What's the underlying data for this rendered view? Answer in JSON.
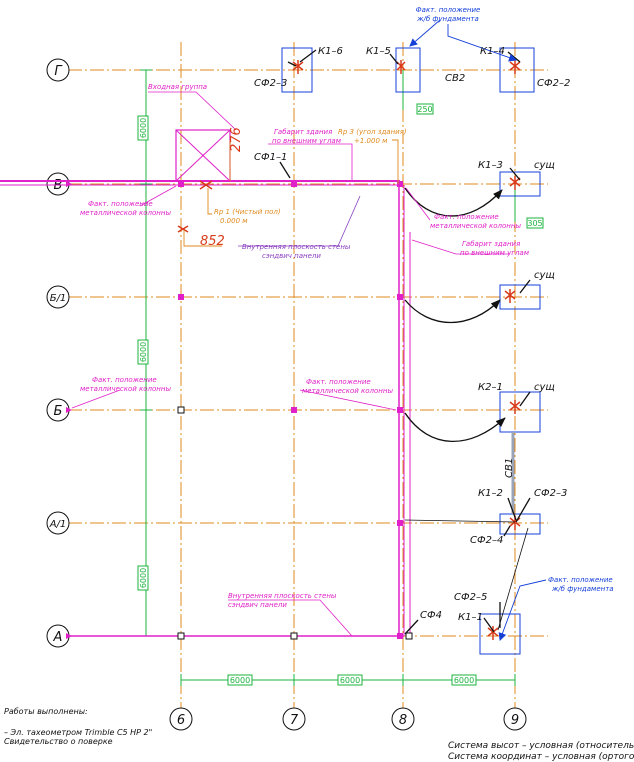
{
  "colors": {
    "axis": "#e08a1e",
    "magenta": "#e020c8",
    "green": "#1db33e",
    "blue": "#1540d8",
    "red": "#d83a1a",
    "black": "#111111",
    "grey": "#9aa4b8",
    "purple": "#8a3fc0"
  },
  "axes": {
    "rows": [
      "Г",
      "В",
      "Б/1",
      "Б",
      "А/1",
      "А"
    ],
    "cols": [
      "6",
      "7",
      "8",
      "9"
    ]
  },
  "dimensions": {
    "bottom": [
      "6000",
      "6000",
      "6000"
    ],
    "left": [
      "6000",
      "6000",
      "6000"
    ],
    "small_1": "250",
    "small_2": "305"
  },
  "labels": {
    "k16": "К1–6",
    "k15": "К1–5",
    "k14": "К1–4",
    "sf23": "СФ2–3",
    "sf22": "СФ2–2",
    "sv2": "СВ2",
    "fakt_zhb_top_1": "Факт. положение",
    "fakt_zhb_top_2": "ж/б фундамента",
    "vhodnaya": "Входная группа",
    "gabarit_top_1": "Габарит здания",
    "gabarit_top_2": "по внешним углам",
    "rp3_1": "Rp 3 (угол здания)",
    "rp3_2": "+1.000 м",
    "sf11": "СФ1–1",
    "k13": "К1–3",
    "sushch1": "сущ",
    "fakt_metal_v_1": "Факт. положение",
    "fakt_metal_v_2": "металлической колонны",
    "rp1_1": "Rp 1 (Чистый пол)",
    "rp1_2": "0.000 м",
    "val_852": "852",
    "val_276": "276",
    "fakt_metal_right_1": "Факт. положение",
    "fakt_metal_right_2": "металлической колонны",
    "gabarit_right_1": "Габарит здания",
    "gabarit_right_2": "по внешним углам",
    "inner_wall_top_1": "Внутренняя плоскость стены",
    "inner_wall_top_2": "сэндвич панели",
    "sushch2": "сущ",
    "fakt_metal_b_1": "Факт. положение",
    "fakt_metal_b_2": "металлической колонны",
    "fakt_metal_mid_1": "Факт. положение",
    "fakt_metal_mid_2": "металлической колонны",
    "k21": "К2–1",
    "sushch3": "сущ",
    "sv1": "СВ1",
    "k12": "К1–2",
    "sf23b": "СФ2–3",
    "sf24": "СФ2–4",
    "sf25": "СФ2–5",
    "k11": "К1–1",
    "fakt_zhb_bot_1": "Факт. положение",
    "fakt_zhb_bot_2": "ж/б фундамента",
    "inner_wall_bot_1": "Внутренняя плоскость стены",
    "inner_wall_bot_2": "сэндвич панели",
    "sf4": "СФ4"
  },
  "notes": {
    "works_title": "Работы выполнены:",
    "works_line1": "– Эл. тахеометром Trimble C5 HP 2\"",
    "works_line2": "Свидетельство о поверке",
    "height_system": "Система высот – условная (относительная)",
    "coord_system": "Система координат – условная (ортогональная)"
  }
}
